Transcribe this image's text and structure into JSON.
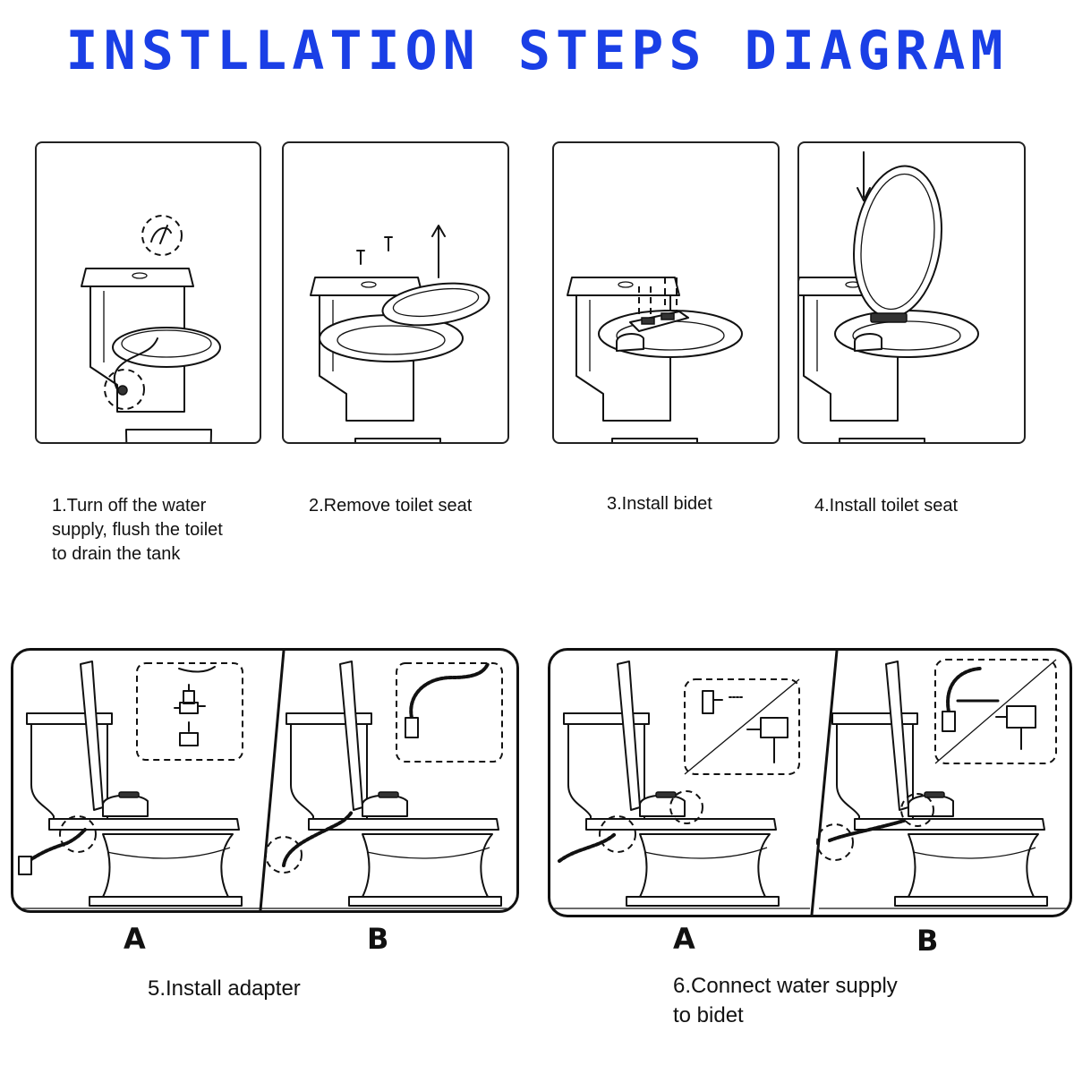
{
  "title": "INSTLLATION STEPS DIAGRAM",
  "title_color": "#1a3fe6",
  "steps": [
    {
      "caption": "1.Turn off the water\nsupply, flush the toilet\nto drain the tank"
    },
    {
      "caption": "2.Remove  toilet seat"
    },
    {
      "caption": "3.Install bidet"
    },
    {
      "caption": "4.Install toilet seat"
    }
  ],
  "step5": {
    "caption": "5.Install adapter",
    "label_a": "A",
    "label_b": "B"
  },
  "step6": {
    "caption": "6.Connect water supply\nto bidet",
    "label_a": "A",
    "label_b": "B"
  }
}
